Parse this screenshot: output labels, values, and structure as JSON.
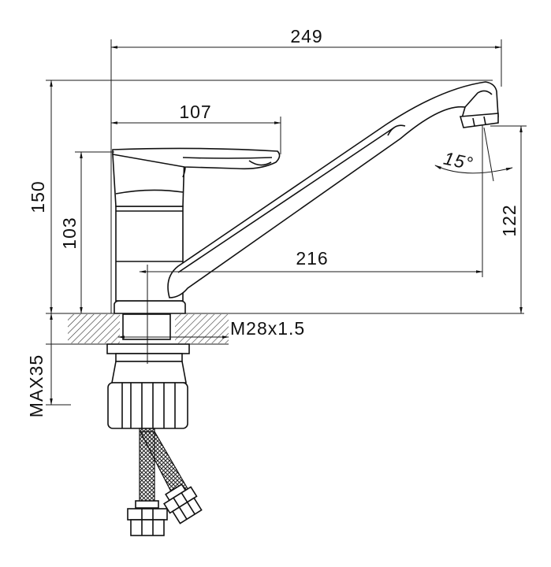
{
  "drawing": {
    "subject": "single-lever kitchen faucet with swivel spout",
    "dimensions": {
      "total_length": "249",
      "handle_length": "107",
      "total_height": "150",
      "body_height": "103",
      "spout_reach": "216",
      "spout_height": "122",
      "mount_thread": "M28x1.5",
      "max_thickness": "MAX35",
      "spout_angle": "15°"
    },
    "colors": {
      "line": "#111111",
      "hatch": "#333333",
      "background": "#ffffff"
    }
  }
}
